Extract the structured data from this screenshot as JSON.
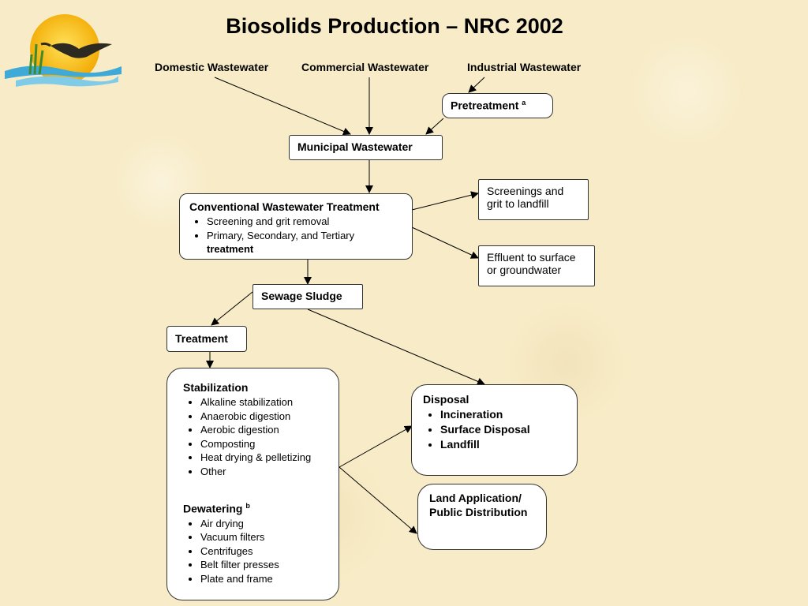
{
  "title": "Biosolids Production – NRC 2002",
  "sources": {
    "domestic": "Domestic Wastewater",
    "commercial": "Commercial Wastewater",
    "industrial": "Industrial Wastewater"
  },
  "pretreatment": {
    "label": "Pretreatment",
    "note": "a"
  },
  "municipal": "Municipal Wastewater",
  "conventional": {
    "title": "Conventional Wastewater Treatment",
    "item1": "Screening and grit removal",
    "item2": "Primary, Secondary, and Tertiary",
    "item2_bold": "treatment"
  },
  "screenings": "Screenings and grit to landfill",
  "effluent": "Effluent to surface or groundwater",
  "sludge": "Sewage Sludge",
  "treatment": "Treatment",
  "stabilization": {
    "title": "Stabilization",
    "items": [
      "Alkaline stabilization",
      "Anaerobic digestion",
      "Aerobic digestion",
      "Composting",
      "Heat drying & pelletizing",
      "Other"
    ]
  },
  "dewatering": {
    "title": "Dewatering",
    "note": "b",
    "items": [
      "Air drying",
      "Vacuum filters",
      "Centrifuges",
      "Belt filter presses",
      "Plate and frame"
    ]
  },
  "disposal": {
    "title": "Disposal",
    "items": [
      "Incineration",
      "Surface Disposal",
      "Landfill"
    ]
  },
  "land_application": "Land Application/ Public Distribution",
  "colors": {
    "sun": "#f7c21a",
    "water": "#3fa9d8",
    "bird": "#2d2a22",
    "reeds": "#3e8a2e"
  }
}
